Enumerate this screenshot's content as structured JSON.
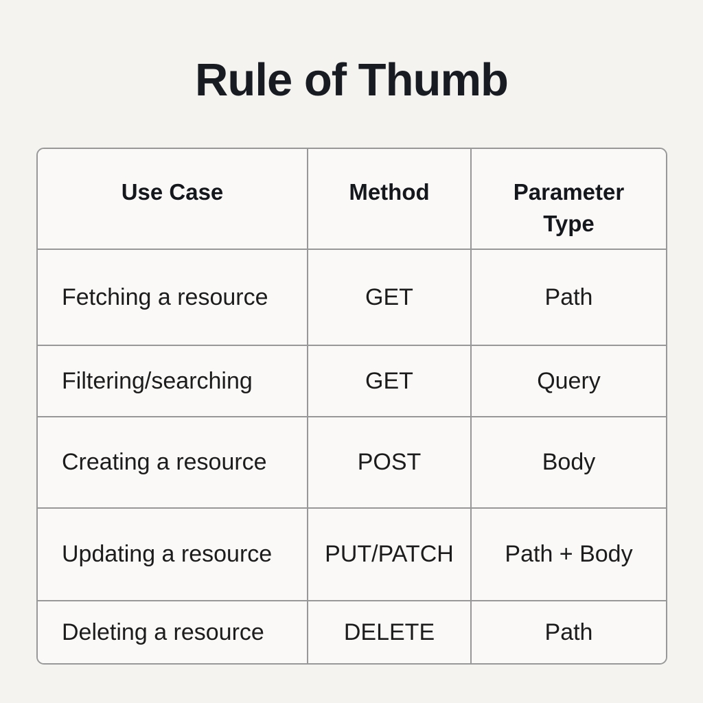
{
  "page": {
    "title": "Rule of Thumb",
    "background_color": "#f4f3f0",
    "title_color": "#181c22"
  },
  "table": {
    "border_color": "#989898",
    "cell_background": "#faf9f7",
    "headers": [
      "Use Case",
      "Method",
      "Parameter Type"
    ],
    "rows": [
      {
        "use_case": "Fetching a resource",
        "method": "GET",
        "parameter_type": "Path"
      },
      {
        "use_case": "Filtering/searching",
        "method": "GET",
        "parameter_type": "Query"
      },
      {
        "use_case": "Creating a resource",
        "method": "POST",
        "parameter_type": "Body"
      },
      {
        "use_case": "Updating a resource",
        "method": "PUT/PATCH",
        "parameter_type": "Path + Body"
      },
      {
        "use_case": "Deleting a resource",
        "method": "DELETE",
        "parameter_type": "Path"
      }
    ]
  }
}
